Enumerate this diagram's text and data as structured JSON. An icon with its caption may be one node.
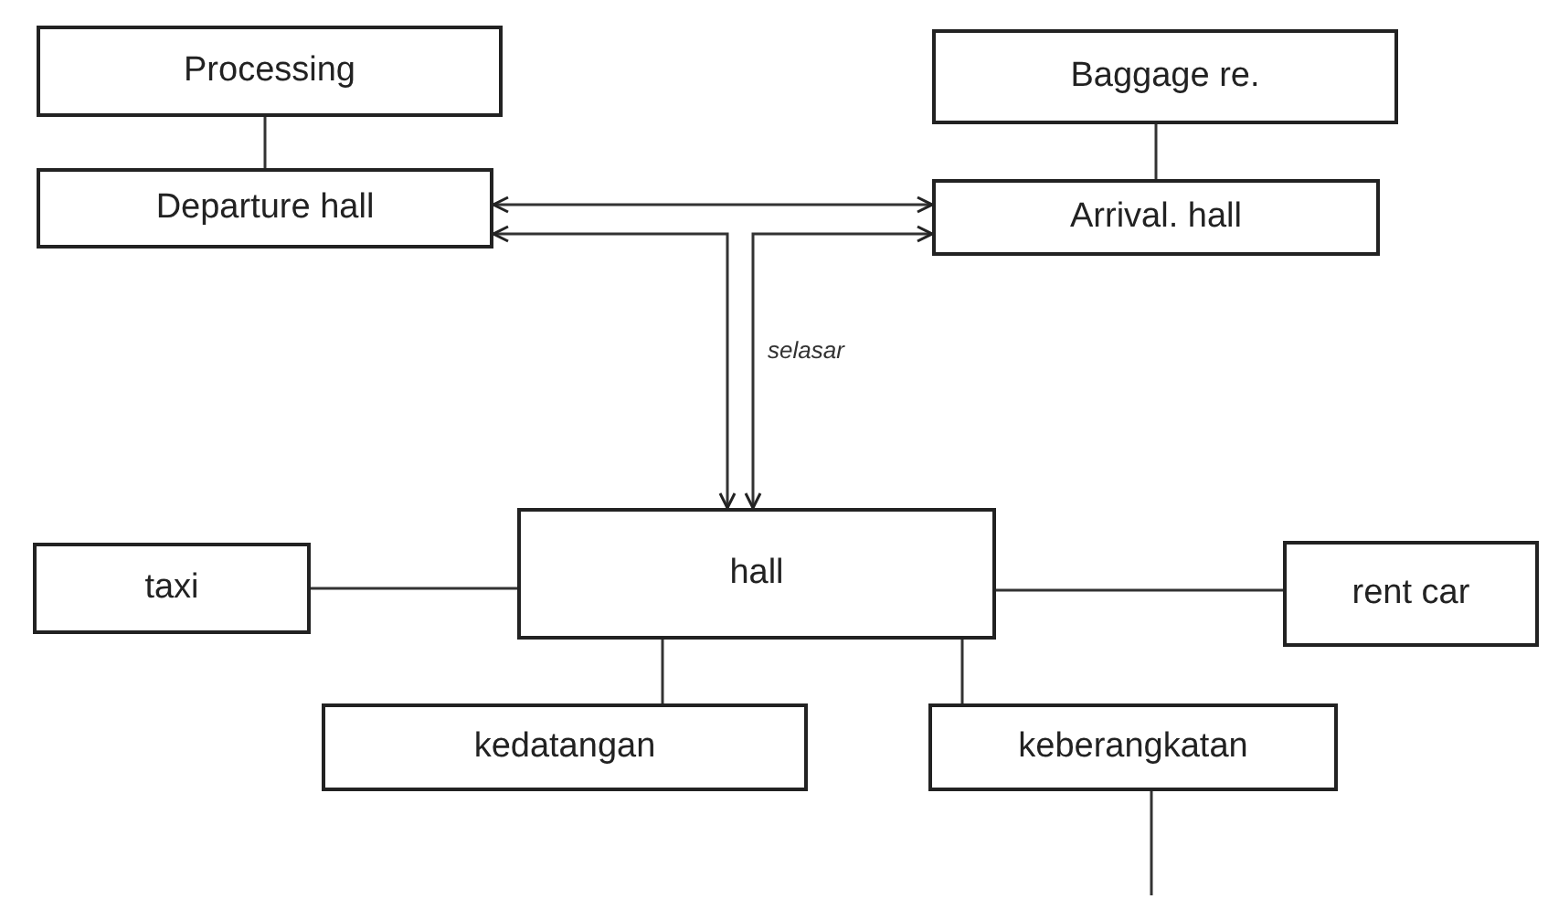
{
  "diagram": {
    "nodes": [
      {
        "text": [
          "Processing"
        ]
      },
      {
        "text": [
          "Baggage re."
        ]
      },
      {
        "text": [
          "Departure hall"
        ]
      },
      {
        "text": [
          "Arrival. hall"
        ]
      },
      {
        "text": [
          "taxi"
        ]
      },
      {
        "text": [
          "hall"
        ]
      },
      {
        "text": [
          "rent car"
        ]
      },
      {
        "text": [
          "kedatangan"
        ]
      },
      {
        "text": [
          "keberangkatan"
        ]
      }
    ],
    "edges": [
      {
        "from": 0,
        "to": 2,
        "arrow": "none"
      },
      {
        "from": 1,
        "to": 3,
        "arrow": "none"
      },
      {
        "from": 2,
        "to": 3,
        "arrow": "both"
      },
      {
        "from": 5,
        "to": 2,
        "arrow": "both"
      },
      {
        "from": 5,
        "to": 3,
        "arrow": "both",
        "label": "selasar"
      },
      {
        "from": 4,
        "to": 5,
        "arrow": "none"
      },
      {
        "from": 5,
        "to": 6,
        "arrow": "none"
      },
      {
        "from": 5,
        "to": 7,
        "arrow": "none"
      },
      {
        "from": 5,
        "to": 8,
        "arrow": "none"
      },
      {
        "from": 8,
        "to": null,
        "arrow": "none"
      }
    ]
  }
}
